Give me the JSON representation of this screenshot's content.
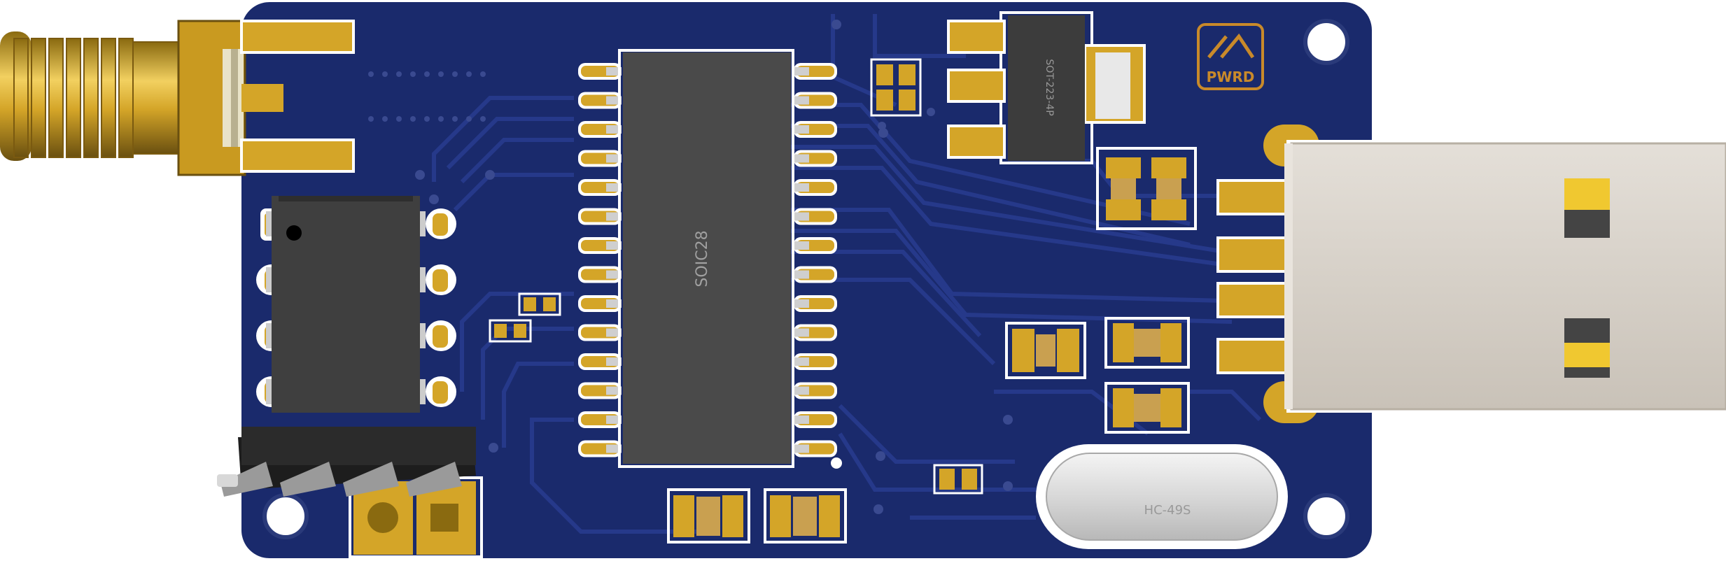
{
  "board": {
    "colors": {
      "soldermask": "#1a2a6c",
      "trace": "#26398a",
      "pad_gold": "#d4a528",
      "chip_body": "#4a4a4a",
      "silkscreen": "#ffffff",
      "usb_shell": "#d6d0c8",
      "logo_orange": "#c98a2a"
    },
    "main_ic_label": "SOIC28",
    "regulator_label": "SOT-223-4P",
    "crystal_label": "HC-49S",
    "logo_text": "PWRD"
  }
}
